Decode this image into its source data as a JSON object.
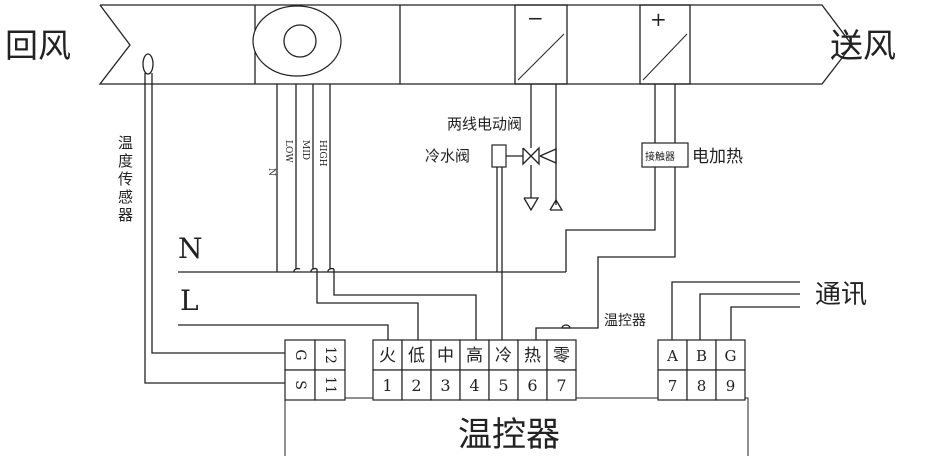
{
  "labels": {
    "return_air": "回风",
    "supply_air": "送风",
    "temp_sensor": "温度传感器",
    "two_wire_valve": "两线电动阀",
    "chilled_water_valve": "冷水阀",
    "contactor": "接触器",
    "electric_heating": "电加热",
    "line_n": "N",
    "line_l": "L",
    "communication": "通讯",
    "thermostat_small": "温控器",
    "thermostat_main": "温控器",
    "coil_cool_sign": "−",
    "coil_heat_sign": "+",
    "fan_taps": [
      "N",
      "LOW",
      "MID",
      "HIGH"
    ]
  },
  "sensor_terminals": {
    "top": [
      "G",
      "12"
    ],
    "bottom": [
      "S",
      "11"
    ]
  },
  "terminals": {
    "names": [
      "火",
      "低",
      "中",
      "高",
      "冷",
      "热",
      "零"
    ],
    "numbers": [
      "1",
      "2",
      "3",
      "4",
      "5",
      "6",
      "7"
    ]
  },
  "comm_terminals": {
    "names": [
      "A",
      "B",
      "G"
    ],
    "numbers": [
      "7",
      "8",
      "9"
    ]
  }
}
